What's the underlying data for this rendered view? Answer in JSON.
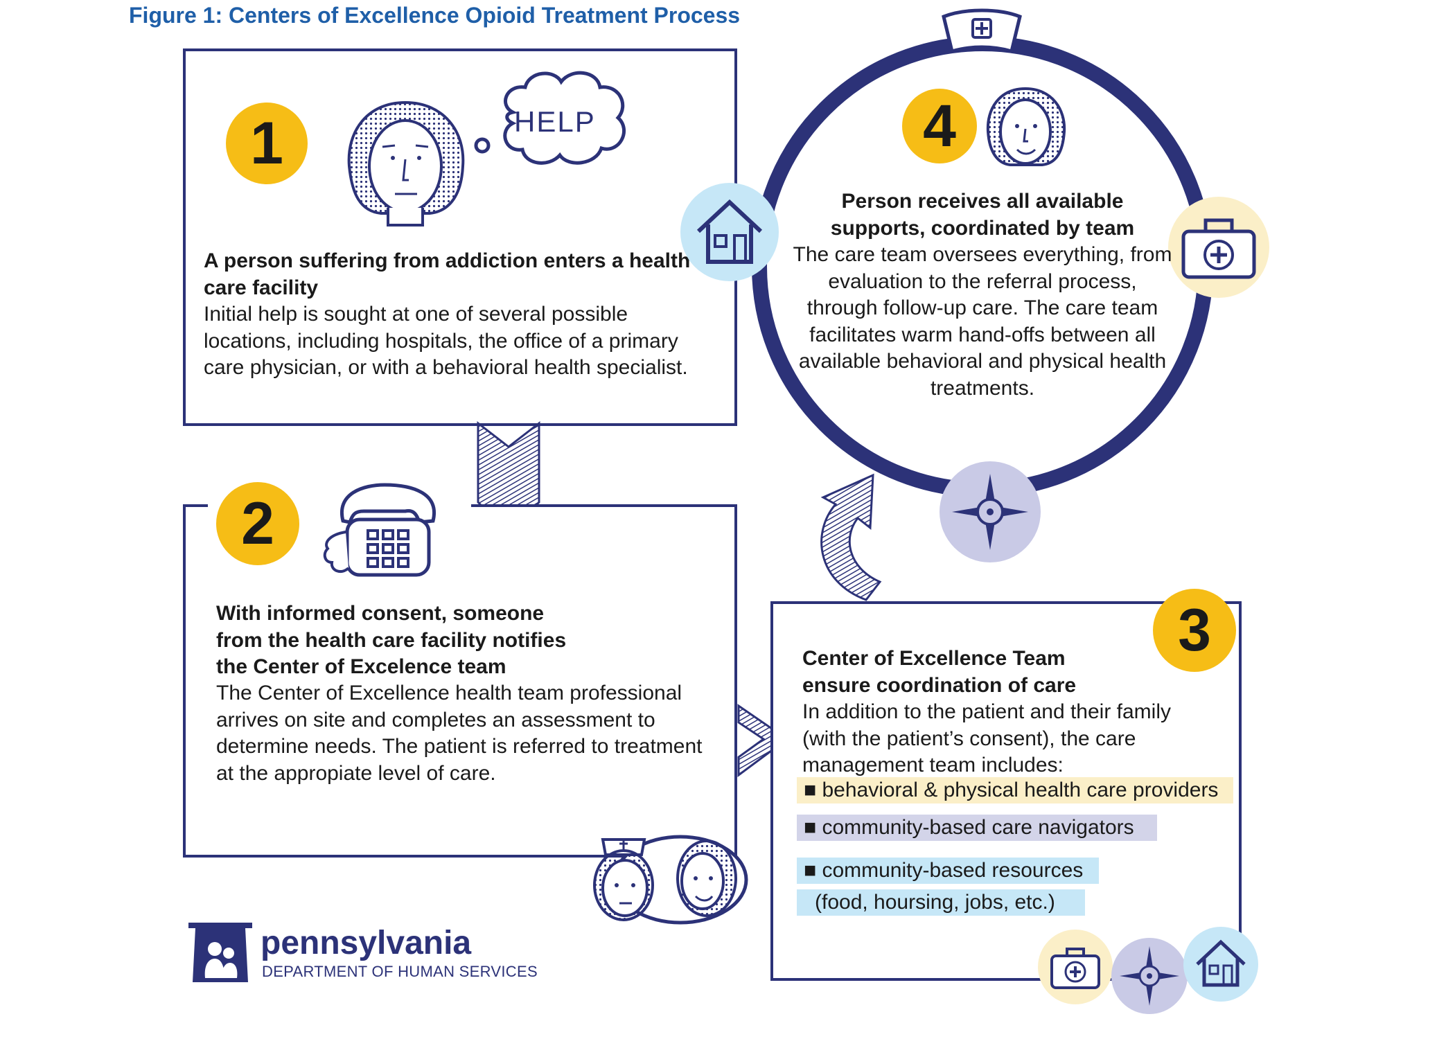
{
  "figure": {
    "title": "Figure 1: Centers of Excellence Opioid Treatment Process"
  },
  "steps": [
    {
      "number": "1",
      "heading": "A person suffering from addiction enters a health care facility",
      "body": "Initial help is sought at one of several possible locations, including hospitals, the office of a primary care physician, or with a behavioral health specialist."
    },
    {
      "number": "2",
      "heading": "With informed consent, someone from the health care facility notifies the Center of Excelence team",
      "body": "The Center of Excellence health team professional arrives on site and completes an assessment to determine needs. The patient is referred to treatment at the appropiate level of care."
    },
    {
      "number": "3",
      "heading": "Center of Excellence Team ensure coordination of care",
      "body": "In addition to the patient and their family (with the patient’s consent), the care management team includes:",
      "team_items": [
        "■ behavioral & physical health care providers",
        "■ community-based care navigators",
        "■ community-based resources",
        "(food, hoursing, jobs, etc.)"
      ]
    },
    {
      "number": "4",
      "heading": "Person receives all available supports, coordinated by team",
      "body": "The care team oversees everything, from evaluation to the referral process, through follow-up care. The care team facilitates warm hand-offs between all available behavioral and physical health treatments."
    }
  ],
  "help_bubble": "HELP",
  "logo": {
    "name": "pennsylvania",
    "department": "DEPARTMENT OF HUMAN SERVICES"
  },
  "colors": {
    "navy": "#2c3278",
    "badge_yellow": "#f6bd16",
    "title_blue": "#1f5fa8",
    "highlight_yellow": "#fbefc8",
    "highlight_lavender": "#d3d4e9",
    "highlight_blue": "#c6e7f7"
  },
  "icons": [
    "person-icon",
    "thought-bubble-icon",
    "telephone-icon",
    "nurse-icon",
    "house-icon",
    "medical-kit-icon",
    "compass-icon",
    "arrow-icon"
  ]
}
